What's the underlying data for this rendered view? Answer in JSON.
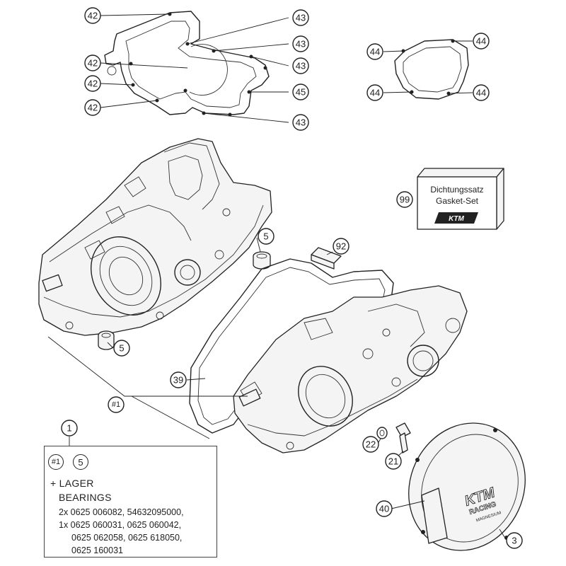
{
  "callouts": {
    "c42a": "42",
    "c42b": "42",
    "c42c": "42",
    "c42d": "42",
    "c43a": "43",
    "c43b": "43",
    "c43c": "43",
    "c43d": "43",
    "c45": "45",
    "c44a": "44",
    "c44b": "44",
    "c44c": "44",
    "c44d": "44",
    "c99": "99",
    "c5a": "5",
    "c5b": "5",
    "c92": "92",
    "c39": "39",
    "c1": "#1",
    "c22": "22",
    "c21": "21",
    "c40": "40",
    "c3": "3"
  },
  "gasket_kit": {
    "label_line1": "Dichtungssatz",
    "label_line2": "Gasket-Set",
    "logo": "KTM"
  },
  "ignition_cover": {
    "logo": "KTM",
    "sub": "RACING",
    "sub2": "MAGNESIUM"
  },
  "legend": {
    "top_number": "1",
    "ref1": "#1",
    "ref2": "5",
    "title": "+ LAGER",
    "subtitle": "BEARINGS",
    "lines": [
      "2x 0625 006082, 54632095000,",
      "1x 0625 060031, 0625 060042,",
      "0625 062058, 0625 618050,",
      "0625 160031"
    ]
  }
}
